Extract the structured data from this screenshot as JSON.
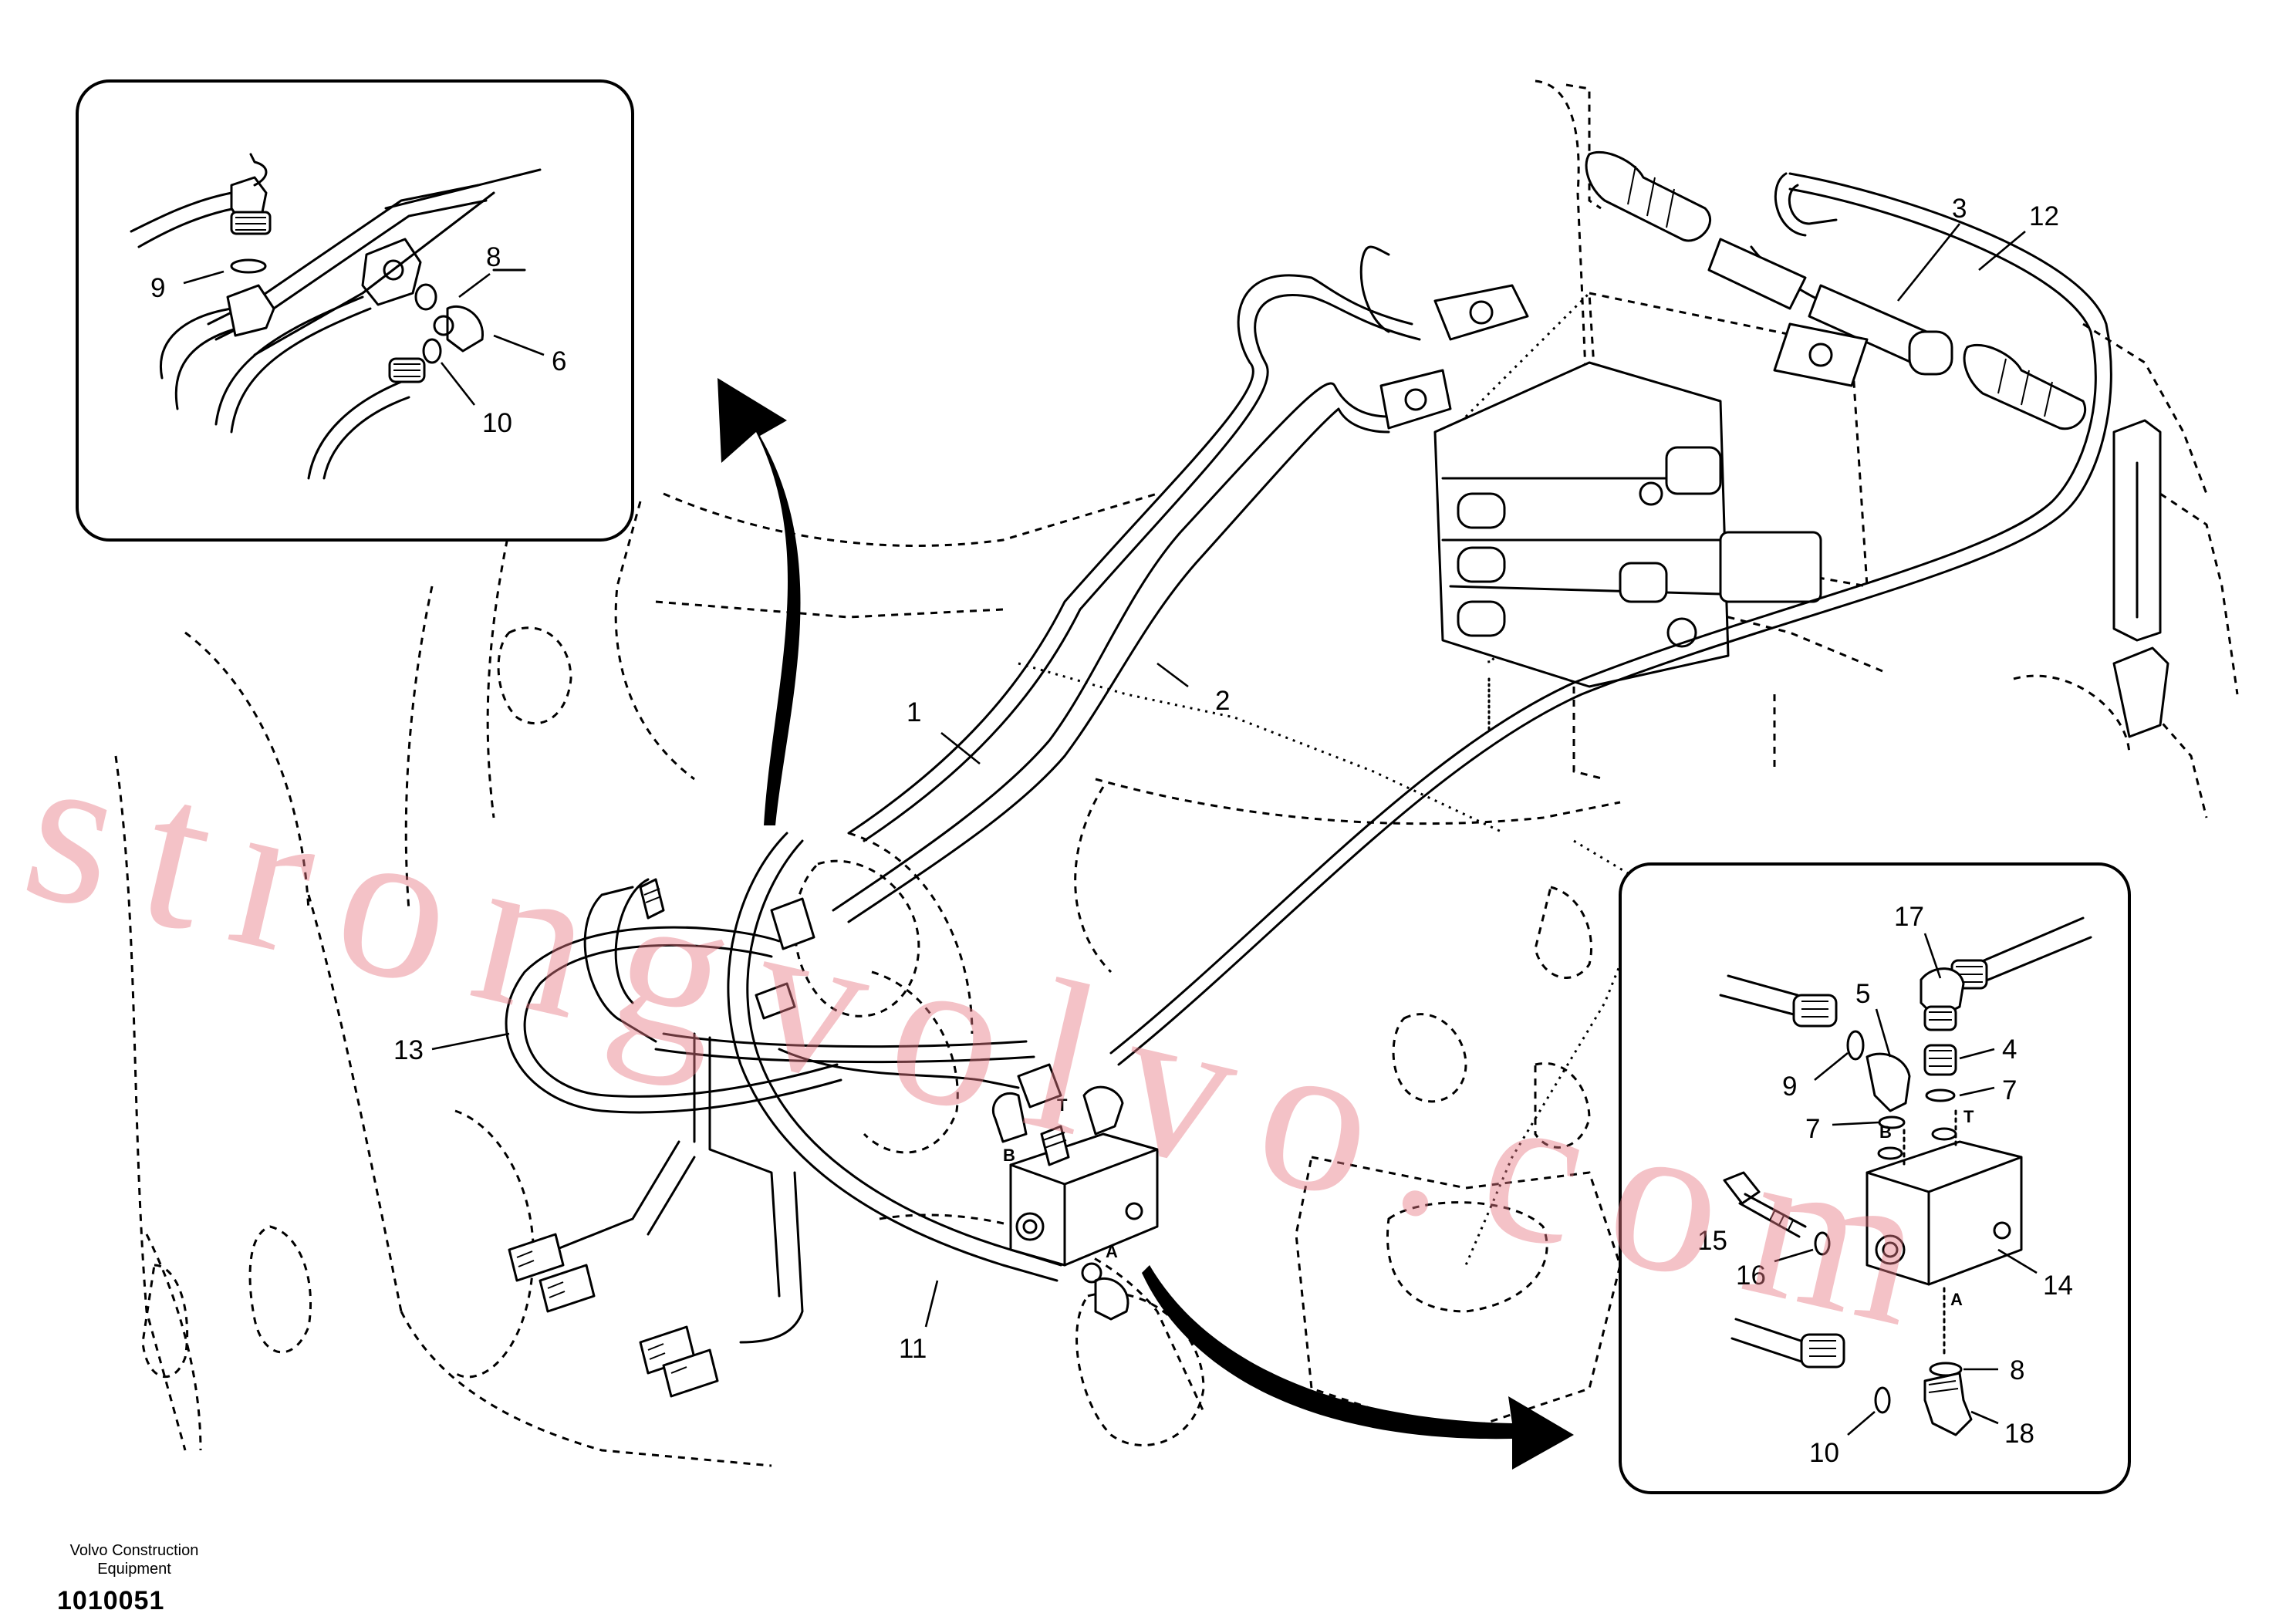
{
  "watermark": "strongvolvo.com",
  "brand": {
    "line1": "Volvo Construction",
    "line2": "Equipment"
  },
  "drawing_number": "1010051",
  "callouts": {
    "main": {
      "c1": "1",
      "c2": "2",
      "c3": "3",
      "c11": "11",
      "c12": "12",
      "c13": "13"
    },
    "inset_top_left": {
      "c6": "6",
      "c8": "8",
      "c9": "9",
      "c10": "10"
    },
    "inset_bottom_right": {
      "c4": "4",
      "c5": "5",
      "c7a": "7",
      "c7b": "7",
      "c8": "8",
      "c9": "9",
      "c10": "10",
      "c14": "14",
      "c15": "15",
      "c16": "16",
      "c17": "17",
      "c18": "18"
    }
  },
  "port_labels": {
    "main": {
      "b": "B",
      "t": "T",
      "a": "A"
    },
    "inset": {
      "b": "B",
      "t": "T",
      "a": "A"
    }
  },
  "colors": {
    "line": "#000000",
    "watermark": "#e6788266",
    "background": "#ffffff"
  }
}
